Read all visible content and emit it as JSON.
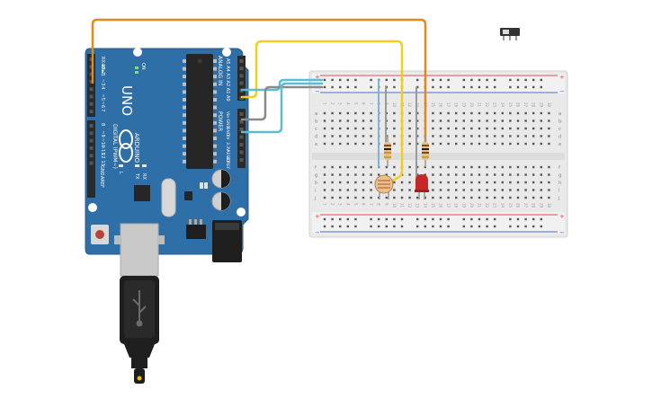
{
  "workspace": {
    "background": "#ffffff"
  },
  "colors": {
    "board": "#2f6fa7",
    "board_edge": "#245b8a",
    "header": "#2a2a2a",
    "chip": "#262626",
    "wire_orange": "#e08a1e",
    "wire_yellow": "#f1cf1c",
    "wire_cyan": "#5dbcd2",
    "wire_gray": "#8a8a8a",
    "breadboard": "#e9e9e9",
    "rail_red": "#e04a4a",
    "rail_blue": "#3a6fd0",
    "led": "#c62828",
    "ldr": "#e8c08a"
  },
  "arduino": {
    "model": "UNO",
    "brand": "ARDUINO",
    "digital_label": "DIGITAL (PWM~)",
    "analog_label": "ANALOG IN",
    "power_label": "POWER",
    "on_label": "ON",
    "tx_label": "TX",
    "rx_label": "RX",
    "l_label": "L",
    "aref_label": "AREF",
    "gnd_label": "GND",
    "digital_pins": [
      "RX◄0",
      "TX►1",
      "2",
      "~3",
      "4",
      "~5",
      "~6",
      "7",
      "8",
      "~9",
      "~10",
      "~11",
      "12",
      "13"
    ],
    "analog_pins": [
      "A5",
      "A4",
      "A3",
      "A2",
      "A1",
      "A0"
    ],
    "power_pins": [
      "Vin",
      "GND",
      "GND",
      "5V",
      "3.3V",
      "RESET",
      "IOREF"
    ]
  },
  "breadboard": {
    "rows_top": [
      "a",
      "b",
      "c",
      "d",
      "e"
    ],
    "rows_bottom": [
      "f",
      "g",
      "h",
      "i",
      "j"
    ],
    "columns": [
      "1",
      "2",
      "3",
      "4",
      "5",
      "6",
      "7",
      "8",
      "9",
      "10",
      "11",
      "12",
      "13",
      "14",
      "15",
      "16",
      "17",
      "18",
      "19",
      "20",
      "21",
      "22",
      "23",
      "24",
      "25",
      "26",
      "27",
      "28",
      "29",
      "30"
    ],
    "plus": "+",
    "minus": "−"
  },
  "components": {
    "photoresistor": "photoresistor-ldr",
    "led": "red-led",
    "resistor_1": "resistor",
    "resistor_2": "resistor"
  },
  "toolbar": {
    "switch_icon": "slide-switch-icon"
  }
}
